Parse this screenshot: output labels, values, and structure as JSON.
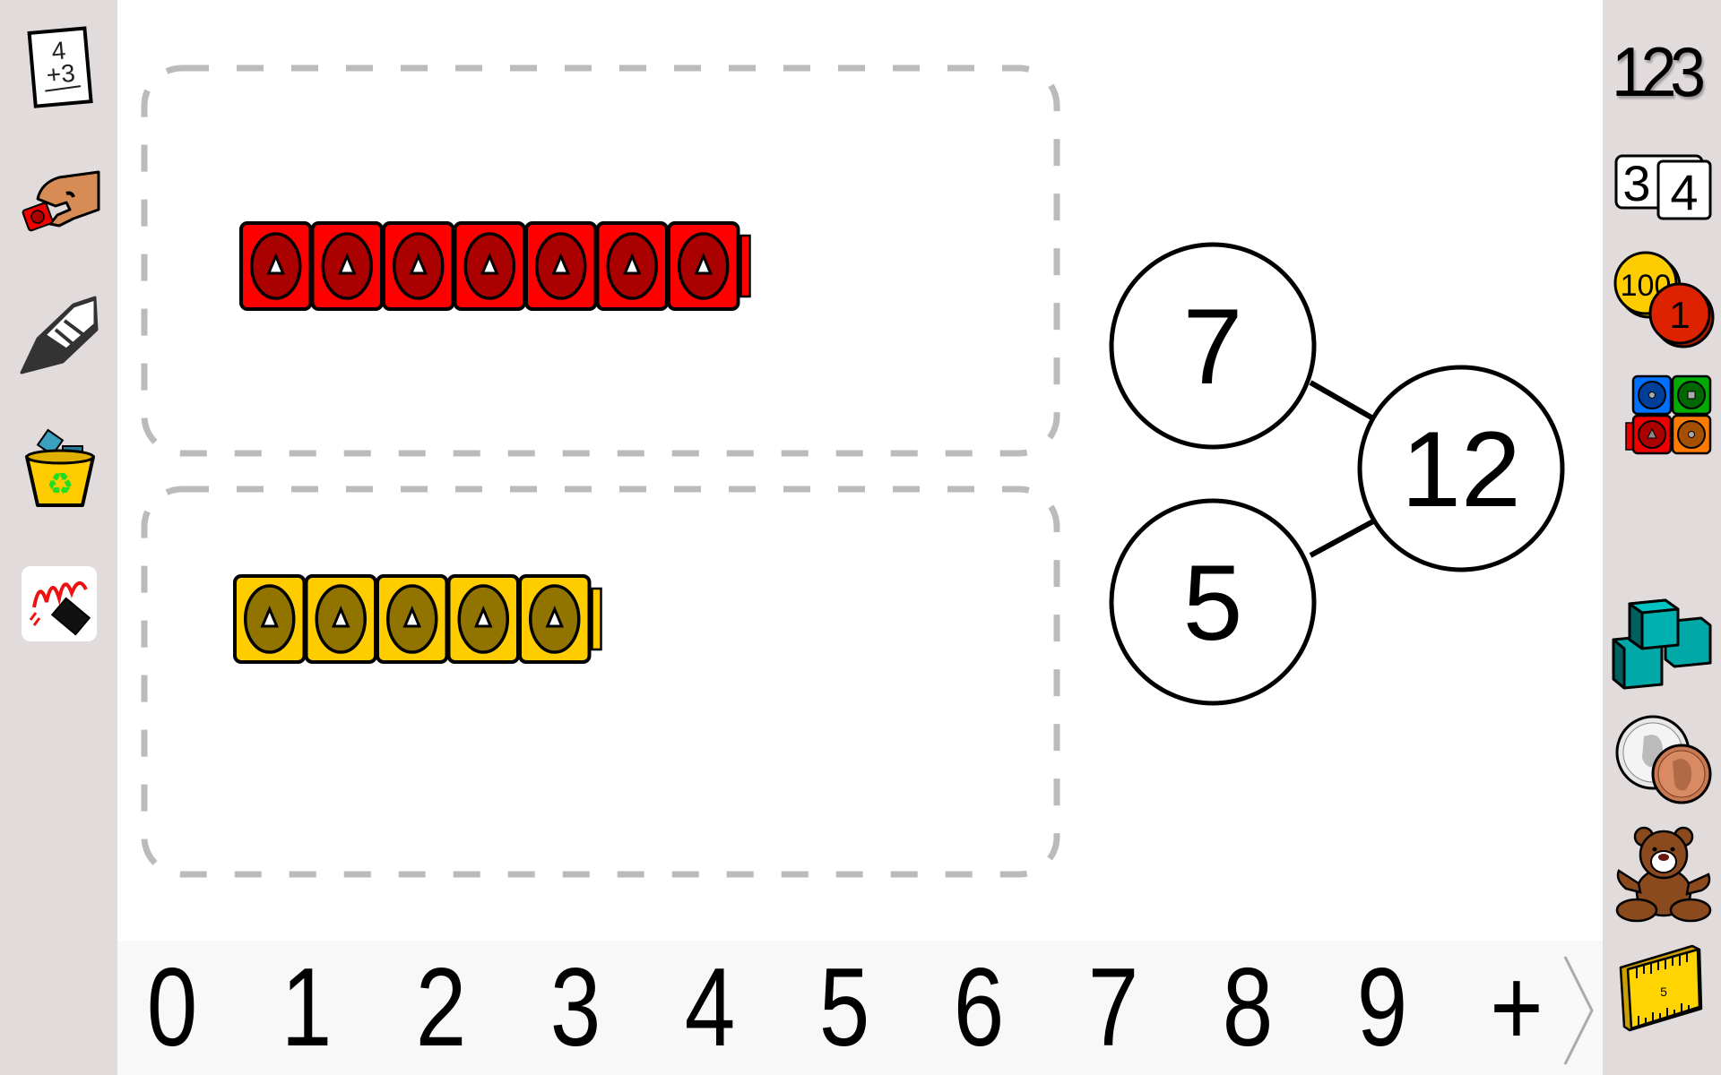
{
  "app": {
    "left_toolbar": [
      {
        "id": "flashcard",
        "icon": "flashcard-icon",
        "card_top": "4",
        "card_bottom": "+3"
      },
      {
        "id": "grab",
        "icon": "hand-grab-icon"
      },
      {
        "id": "pencil",
        "icon": "pencil-icon"
      },
      {
        "id": "recycle",
        "icon": "recycle-bin-icon"
      },
      {
        "id": "eraser",
        "icon": "eraser-icon"
      }
    ],
    "right_toolbar": [
      {
        "id": "numbers",
        "icon": "numbers-icon",
        "label": "123"
      },
      {
        "id": "number-cards",
        "icon": "number-cards-icon",
        "card_a": "3",
        "card_b": "4"
      },
      {
        "id": "counters",
        "icon": "counters-icon",
        "big": "100",
        "small": "1"
      },
      {
        "id": "linking-cubes",
        "icon": "linking-cubes-icon"
      },
      {
        "id": "blocks",
        "icon": "base-blocks-icon"
      },
      {
        "id": "coins",
        "icon": "coins-icon"
      },
      {
        "id": "bears",
        "icon": "teddy-bear-icon"
      },
      {
        "id": "ruler",
        "icon": "ruler-icon",
        "ruler_mark": "5"
      }
    ],
    "colors": {
      "sidebar_bg": "#e1dbdc",
      "red_cube": "#ff0000",
      "red_cube_dark": "#aa0000",
      "yellow_cube": "#ffcc00",
      "yellow_cube_dark": "#917300",
      "dash": "#bbbbbb",
      "numbar_bg": "#f8f8f8"
    }
  },
  "workspace": {
    "parts": [
      {
        "name": "top",
        "cube_color": "red",
        "count": 7
      },
      {
        "name": "bottom",
        "cube_color": "yellow",
        "count": 5
      }
    ]
  },
  "number_bond": {
    "part_a": "7",
    "part_b": "5",
    "whole": "12"
  },
  "number_bar": {
    "keys": [
      "0",
      "1",
      "2",
      "3",
      "4",
      "5",
      "6",
      "7",
      "8",
      "9",
      "+"
    ],
    "next_icon": "chevron-right-icon"
  }
}
